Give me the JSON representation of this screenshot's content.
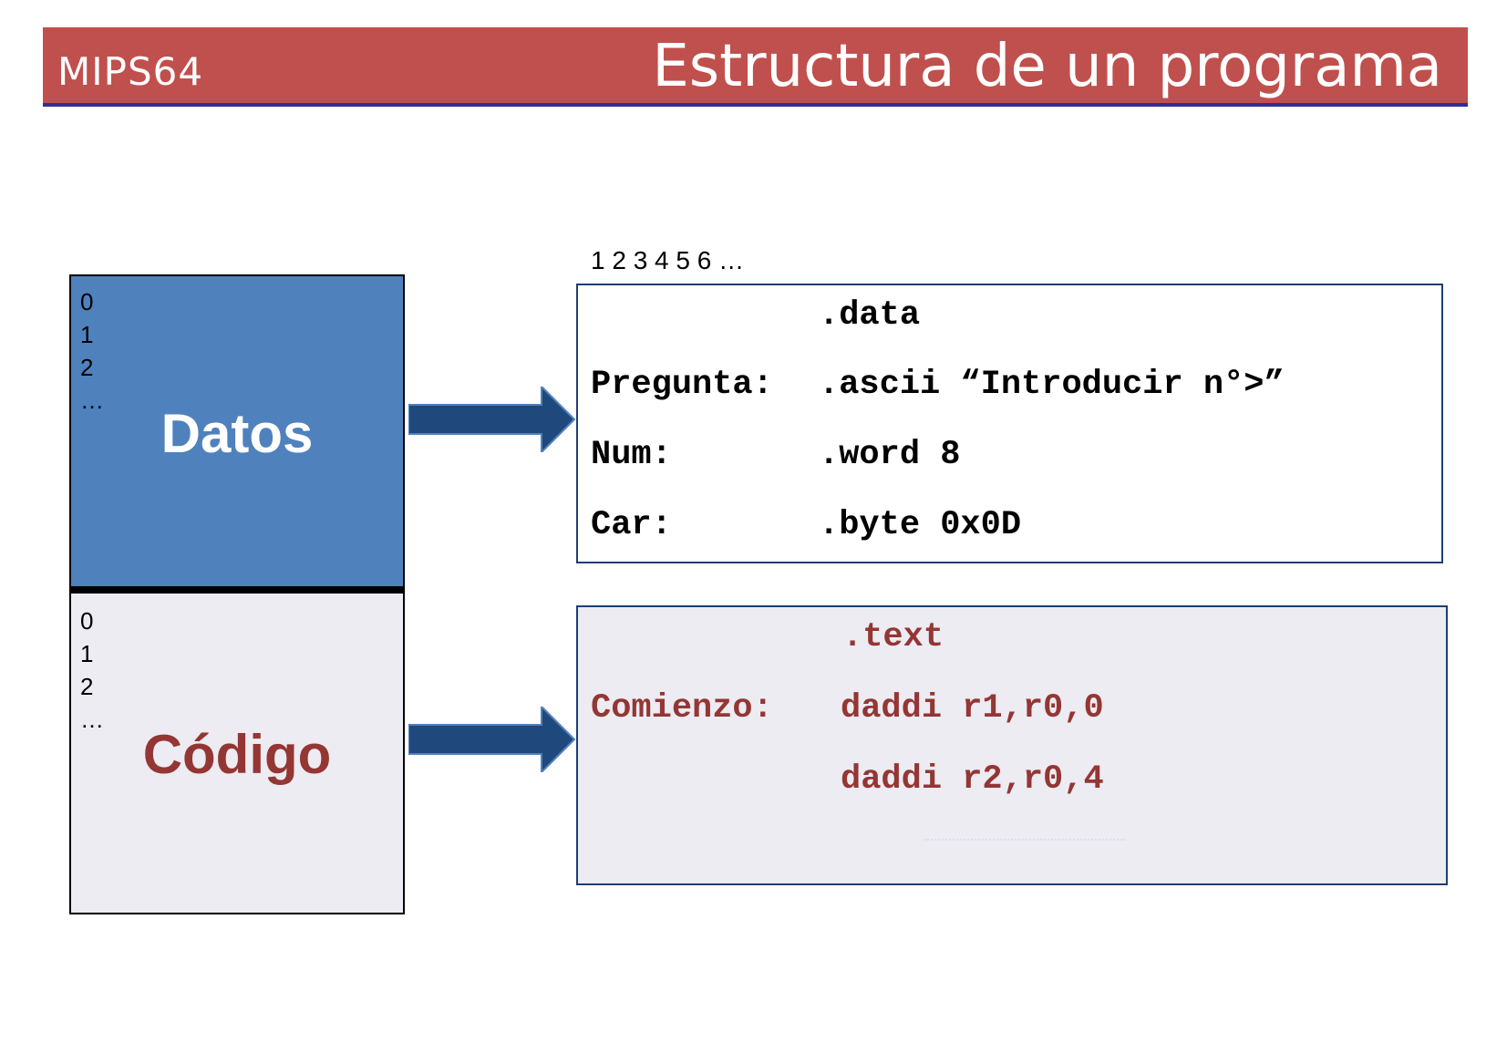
{
  "header": {
    "left_label": "MIPS64",
    "title": "Estructura de un programa"
  },
  "memory": {
    "datos": {
      "label": "Datos",
      "addresses": [
        "0",
        "1",
        "2",
        "…"
      ]
    },
    "codigo": {
      "label": "Código",
      "addresses": [
        "0",
        "1",
        "2",
        "…"
      ]
    }
  },
  "ruler": "1 2 3 4 5 6 …",
  "data_section": {
    "directive": ".data",
    "lines": [
      {
        "label": "Pregunta:",
        "code": ".ascii “Introducir n°>”"
      },
      {
        "label": "Num:",
        "code": ".word 8"
      },
      {
        "label": "Car:",
        "code": ".byte 0x0D"
      }
    ]
  },
  "text_section": {
    "directive": ".text",
    "lines": [
      {
        "label": "Comienzo:",
        "code": "daddi r1,r0,0"
      },
      {
        "label": "",
        "code": "daddi r2,r0,4"
      }
    ]
  },
  "colors": {
    "header": "#c0504d",
    "datos": "#4f81bd",
    "arrow": "#1f497d",
    "code_red": "#943634"
  }
}
